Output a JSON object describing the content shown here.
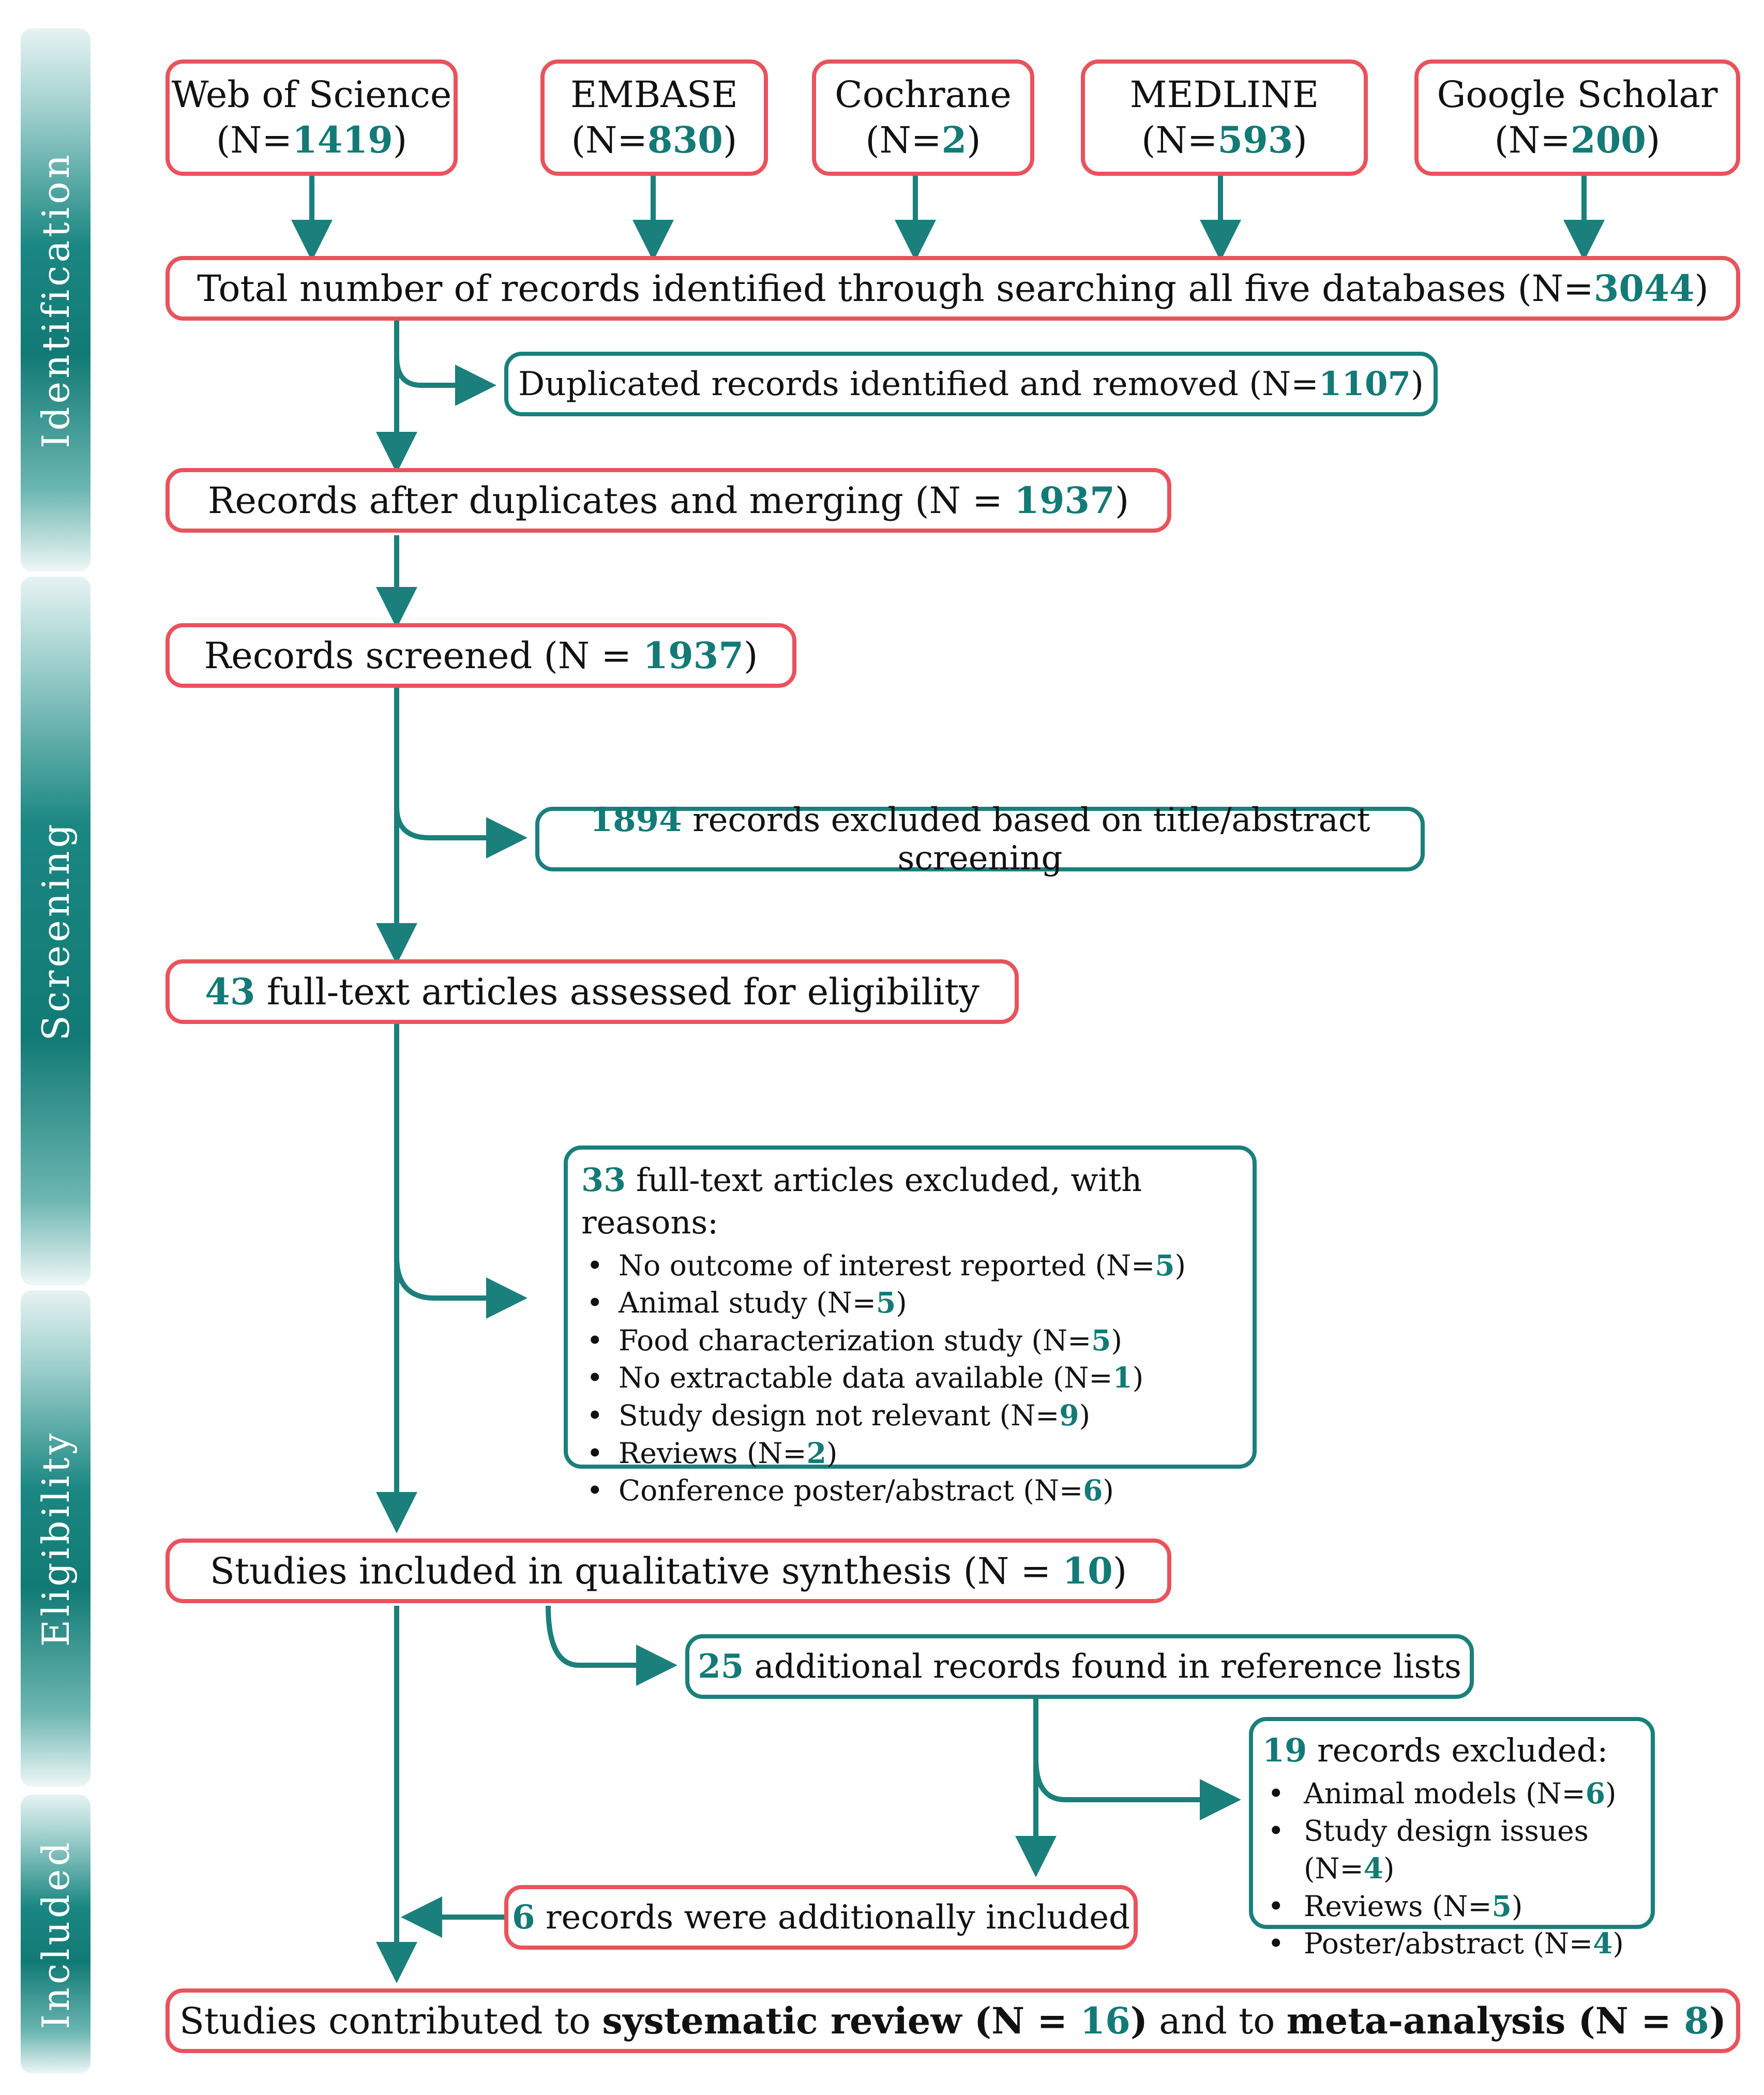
{
  "phases": {
    "identification": "Identification",
    "screening": "Screening",
    "eligibility": "Eligibility",
    "included": "Included"
  },
  "databases": [
    {
      "name": "Web of Science",
      "pre": "(N=",
      "count": "1419",
      "post": ")"
    },
    {
      "name": "EMBASE",
      "pre": "(N=",
      "count": "830",
      "post": ")"
    },
    {
      "name": "Cochrane",
      "pre": "(N=",
      "count": "2",
      "post": ")"
    },
    {
      "name": "MEDLINE",
      "pre": "(N=",
      "count": "593",
      "post": ")"
    },
    {
      "name": "Google Scholar",
      "pre": "(N=",
      "count": "200",
      "post": ")"
    }
  ],
  "total": {
    "text": "Total number of records identified through searching all five databases  (N=",
    "count": "3044",
    "post": ")"
  },
  "duplicates": {
    "text": "Duplicated records identified and removed (N=",
    "count": "1107",
    "post": ")"
  },
  "after_duplicates": {
    "text": "Records after duplicates and merging (N = ",
    "count": "1937",
    "post": ")"
  },
  "screened": {
    "text": "Records screened (N = ",
    "count": "1937",
    "post": ")"
  },
  "excluded_title": {
    "count": "1894",
    "text": " records excluded based on title/abstract screening"
  },
  "fulltext": {
    "count": "43",
    "text": " full-text articles assessed for eligibility"
  },
  "fulltext_excluded": {
    "count": "33",
    "text": "  full-text articles excluded, with reasons:",
    "reasons": [
      {
        "label": "No outcome of interest reported (N=",
        "count": "5",
        "post": ")"
      },
      {
        "label": "Animal study (N=",
        "count": "5",
        "post": ")"
      },
      {
        "label": "Food characterization study (N=",
        "count": "5",
        "post": ")"
      },
      {
        "label": "No extractable data available (N=",
        "count": "1",
        "post": ")"
      },
      {
        "label": "Study design not relevant  (N=",
        "count": "9",
        "post": ")"
      },
      {
        "label": "Reviews (N=",
        "count": "2",
        "post": ")"
      },
      {
        "label": "Conference poster/abstract (N=",
        "count": "6",
        "post": ")"
      }
    ]
  },
  "qualitative": {
    "text": "Studies included in qualitative synthesis (N = ",
    "count": "10",
    "post": ")"
  },
  "additional": {
    "count": "25",
    "text": " additional records found in reference lists"
  },
  "additional_excluded": {
    "count": "19",
    "text": " records excluded:",
    "reasons": [
      {
        "label": "Animal models (N=",
        "count": "6",
        "post": ")"
      },
      {
        "label": "Study design issues (N=",
        "count": "4",
        "post": ")"
      },
      {
        "label": "Reviews (N=",
        "count": "5",
        "post": ")"
      },
      {
        "label": "Poster/abstract (N=",
        "count": "4",
        "post": ")"
      }
    ]
  },
  "additionally_included": {
    "count": "6",
    "text": " records were additionally included"
  },
  "final": {
    "pre": "Studies contributed to ",
    "sr_label": "systematic review (N = ",
    "sr_count": "16",
    "sr_post": ")",
    "mid": " and to ",
    "ma_label": "meta-analysis (N = ",
    "ma_count": "8",
    "ma_post": ")"
  },
  "colors": {
    "teal": "#1b7f7b",
    "red": "#e8535c",
    "number": "#137a76"
  }
}
